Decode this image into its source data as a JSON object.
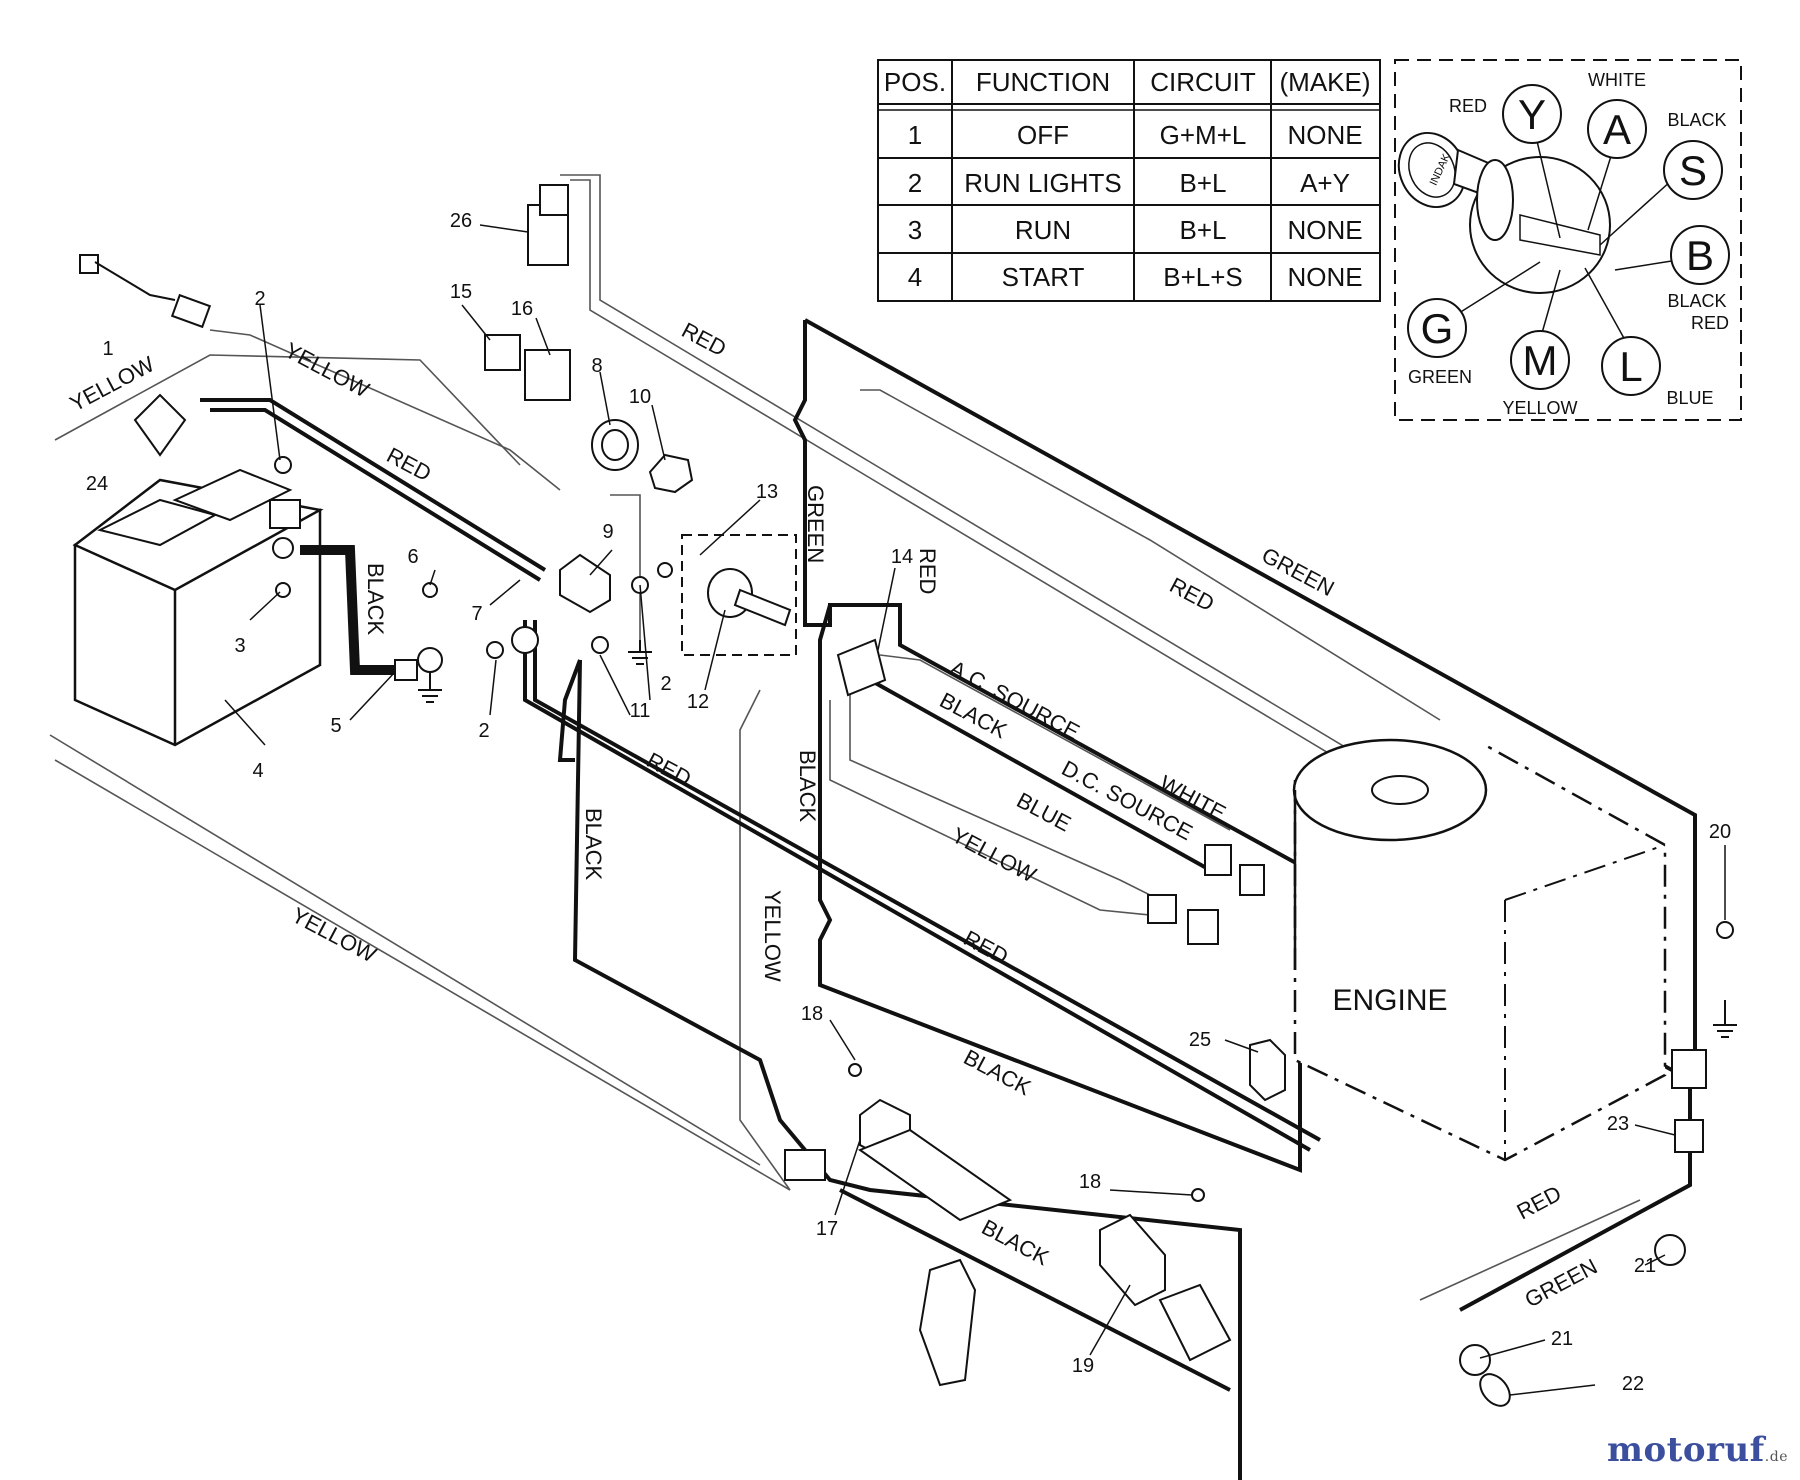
{
  "function_table": {
    "headers": [
      "POS.",
      "FUNCTION",
      "CIRCUIT",
      "(MAKE)"
    ],
    "rows": [
      [
        "1",
        "OFF",
        "G+M+L",
        "NONE"
      ],
      [
        "2",
        "RUN LIGHTS",
        "B+L",
        "A+Y"
      ],
      [
        "3",
        "RUN",
        "B+L",
        "NONE"
      ],
      [
        "4",
        "START",
        "B+L+S",
        "NONE"
      ]
    ]
  },
  "ignition_terminals": {
    "Y": {
      "letter": "Y",
      "color": "RED"
    },
    "A": {
      "letter": "A",
      "color": "WHITE"
    },
    "S": {
      "letter": "S",
      "color": "BLACK"
    },
    "B": {
      "letter": "B",
      "color_line1": "BLACK",
      "color_line2": "RED"
    },
    "G": {
      "letter": "G",
      "color": "GREEN"
    },
    "M": {
      "letter": "M",
      "color": "YELLOW"
    },
    "L": {
      "letter": "L",
      "color": "BLUE"
    },
    "key_text": "INDAK"
  },
  "wire_labels": {
    "yellow_1": "YELLOW",
    "yellow_2": "YELLOW",
    "yellow_3": "YELLOW",
    "yellow_4": "YELLOW",
    "yellow_5": "YELLOW",
    "red_1": "RED",
    "red_2": "RED",
    "red_3": "RED",
    "red_4": "RED",
    "red_5": "RED",
    "red_6": "RED",
    "red_7": "RED",
    "green_1": "GREEN",
    "green_2": "GREEN",
    "green_3": "GREEN",
    "black_1": "BLACK",
    "black_2": "BLACK",
    "black_3": "BLACK",
    "black_4": "BLACK",
    "black_5": "BLACK",
    "black_6": "BLACK",
    "blue_1": "BLUE",
    "white_1": "WHITE",
    "ac_source": "A.C. SOURCE",
    "dc_source": "D.C. SOURCE"
  },
  "engine_label": "ENGINE",
  "part_numbers": {
    "p1": "1",
    "p2a": "2",
    "p2b": "2",
    "p2c": "2",
    "p3": "3",
    "p4": "4",
    "p5": "5",
    "p6": "6",
    "p7": "7",
    "p8": "8",
    "p9": "9",
    "p10": "10",
    "p11": "11",
    "p12": "12",
    "p13": "13",
    "p14": "14",
    "p15": "15",
    "p16": "16",
    "p17": "17",
    "p18a": "18",
    "p18b": "18",
    "p19": "19",
    "p20": "20",
    "p21a": "21",
    "p21b": "21",
    "p22": "22",
    "p23": "23",
    "p24": "24",
    "p25": "25",
    "p26": "26"
  },
  "watermark": {
    "brand": "motoruf",
    "tld": ".de"
  }
}
